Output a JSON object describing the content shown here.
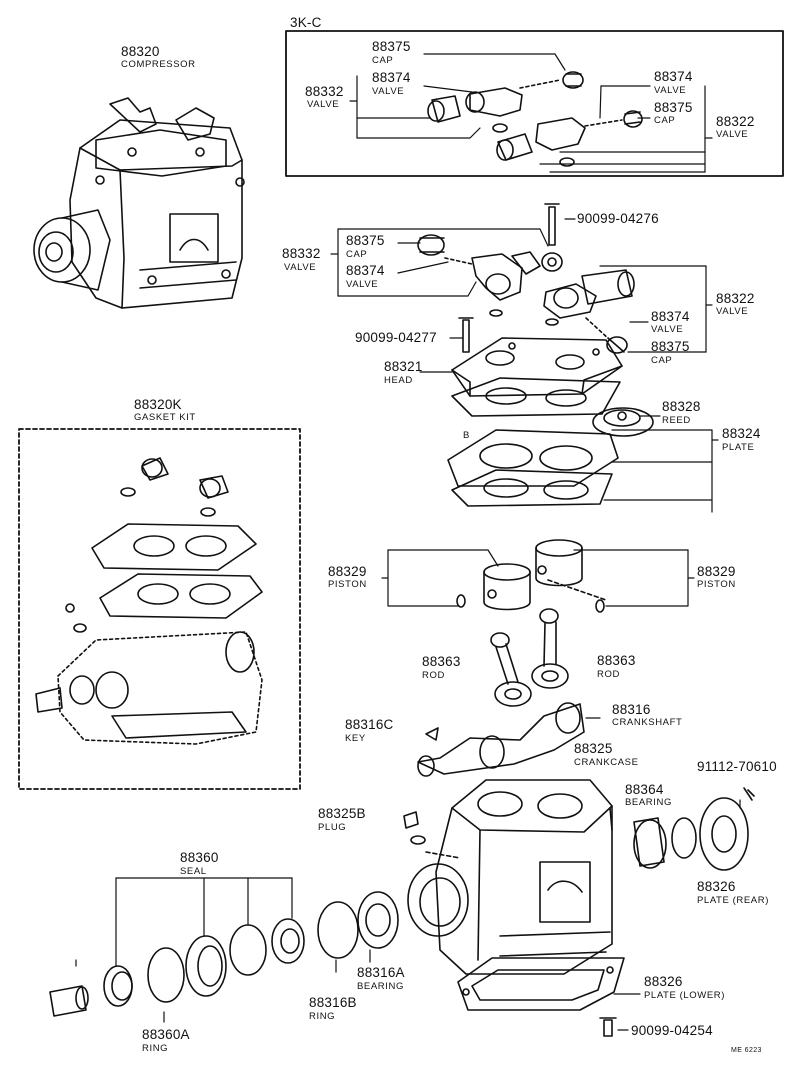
{
  "diagram": {
    "inset_title": "3K-C",
    "ref_code": "ME 6223",
    "colors": {
      "ink": "#111111",
      "paper": "#ffffff"
    },
    "labels": {
      "compressor": {
        "part": "88320",
        "name": "COMPRESSOR"
      },
      "inset_cap_left": {
        "part": "88375",
        "name": "CAP"
      },
      "inset_valve_left_small": {
        "part": "88374",
        "name": "VALVE"
      },
      "inset_valve_left_group": {
        "part": "88332",
        "name": "VALVE"
      },
      "inset_valve_right_small": {
        "part": "88374",
        "name": "VALVE"
      },
      "inset_cap_right": {
        "part": "88375",
        "name": "CAP"
      },
      "inset_valve_right_group": {
        "part": "88322",
        "name": "VALVE"
      },
      "bolt_top": {
        "part": "90099-04276"
      },
      "valve_left_group": {
        "part": "88332",
        "name": "VALVE"
      },
      "cap_left": {
        "part": "88375",
        "name": "CAP"
      },
      "valve_left_small": {
        "part": "88374",
        "name": "VALVE"
      },
      "valve_right_group": {
        "part": "88322",
        "name": "VALVE"
      },
      "valve_right_small": {
        "part": "88374",
        "name": "VALVE"
      },
      "cap_right": {
        "part": "88375",
        "name": "CAP"
      },
      "bolt_head": {
        "part": "90099-04277"
      },
      "head": {
        "part": "88321",
        "name": "HEAD"
      },
      "reed": {
        "part": "88328",
        "name": "REED"
      },
      "plate": {
        "part": "88324",
        "name": "PLATE"
      },
      "plate_marker": "B",
      "gasket_kit": {
        "part": "88320K",
        "name": "GASKET KIT"
      },
      "piston_left": {
        "part": "88329",
        "name": "PISTON"
      },
      "piston_right": {
        "part": "88329",
        "name": "PISTON"
      },
      "rod_left": {
        "part": "88363",
        "name": "ROD"
      },
      "rod_right": {
        "part": "88363",
        "name": "ROD"
      },
      "key": {
        "part": "88316C",
        "name": "KEY"
      },
      "crankshaft": {
        "part": "88316",
        "name": "CRANKSHAFT"
      },
      "crankcase": {
        "part": "88325",
        "name": "CRANKCASE"
      },
      "bolt_rear": {
        "part": "91112-70610"
      },
      "plug": {
        "part": "88325B",
        "name": "PLUG"
      },
      "bearing_rear": {
        "part": "88364",
        "name": "BEARING"
      },
      "plate_rear": {
        "part": "88326",
        "name": "PLATE (REAR)"
      },
      "seal": {
        "part": "88360",
        "name": "SEAL"
      },
      "bearing": {
        "part": "88316A",
        "name": "BEARING"
      },
      "ring_b": {
        "part": "88316B",
        "name": "RING"
      },
      "ring_a": {
        "part": "88360A",
        "name": "RING"
      },
      "plate_lower": {
        "part": "88326",
        "name": "PLATE (LOWER)"
      },
      "bolt_bottom": {
        "part": "90099-04254"
      }
    }
  }
}
